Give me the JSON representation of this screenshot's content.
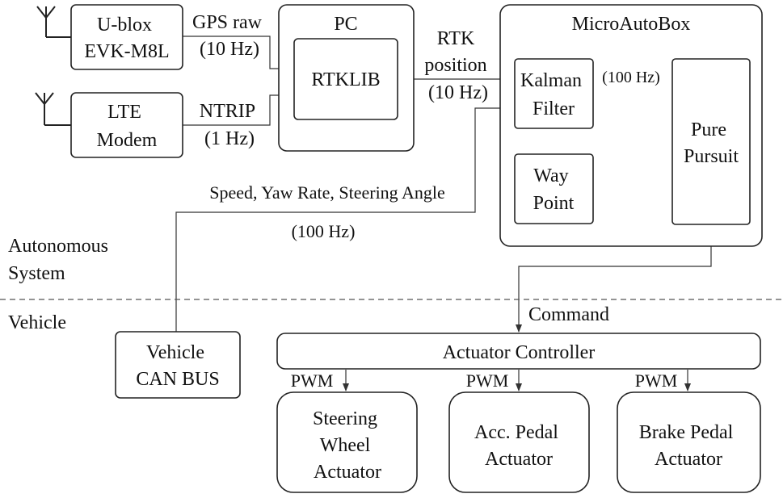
{
  "nodes": {
    "ublox": [
      "U-blox",
      "EVK-M8L"
    ],
    "lte": [
      "LTE",
      "Modem"
    ],
    "pc": "PC",
    "rtklib": "RTKLIB",
    "microautobox": "MicroAutoBox",
    "kalman": [
      "Kalman",
      "Filter"
    ],
    "waypoint": [
      "Way",
      "Point"
    ],
    "pure_pursuit": [
      "Pure",
      "Pursuit"
    ],
    "can_bus": [
      "Vehicle",
      "CAN BUS"
    ],
    "actuator_controller": "Actuator Controller",
    "steering": [
      "Steering",
      "Wheel",
      "Actuator"
    ],
    "acc_pedal": [
      "Acc. Pedal",
      "Actuator"
    ],
    "brake_pedal": [
      "Brake Pedal",
      "Actuator"
    ]
  },
  "edge_labels": {
    "gps_raw": [
      "GPS raw",
      "(10 Hz)"
    ],
    "ntrip": [
      "NTRIP",
      "(1 Hz)"
    ],
    "rtk_position": [
      "RTK",
      "position",
      "(10 Hz)"
    ],
    "kalman_rate": "(100 Hz)",
    "vehicle_signals": "Speed, Yaw Rate, Steering Angle",
    "vehicle_signals_rate": "(100 Hz)",
    "command": "Command",
    "pwm": [
      "PWM",
      "PWM",
      "PWM"
    ]
  },
  "regions": {
    "autonomous": [
      "Autonomous",
      "System"
    ],
    "vehicle": "Vehicle"
  },
  "colors": {
    "line": "#333333",
    "box_border": "#222222",
    "divider": "#555555"
  }
}
